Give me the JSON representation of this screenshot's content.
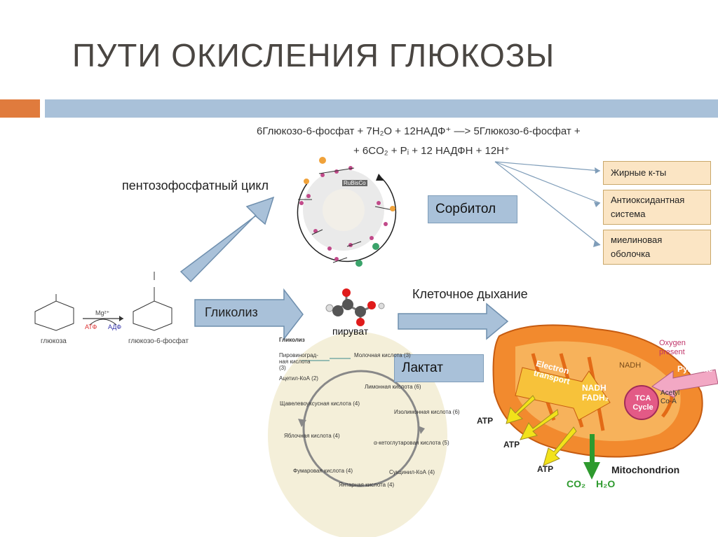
{
  "title": "ПУТИ ОКИСЛЕНИЯ ГЛЮКОЗЫ",
  "equation": {
    "line1": "6Глюкозо-6-фосфат + 7H₂O + 12НАДФ⁺ —> 5Глюкозо-6-фосфат +",
    "line2": "+ 6CO₂ + Pᵢ + 12 НАДФН + 12H⁺"
  },
  "labels": {
    "ppp": "пентозофосфатный цикл",
    "glycolysis": "Гликолиз",
    "respiration": "Клеточное дыхание",
    "pyruvate": "пируват",
    "glucose": "глюкоза",
    "g6p": "глюкозо-6-фосфат",
    "mg": "Mg²⁺",
    "atf": "АТФ",
    "adf": "АДФ",
    "rubisco": "RuBisCo"
  },
  "boxes": {
    "sorbitol": "Сорбитол",
    "lactate": "Лактат"
  },
  "effects": [
    "Жирные к-ты",
    "Антиоксидантная система",
    "миелиновая оболочка"
  ],
  "krebs": {
    "header": "Гликолиз",
    "items": [
      {
        "name": "Пировиноград-ная кислота",
        "num": "(3)"
      },
      {
        "name": "Молочная кислота",
        "num": "(3)"
      },
      {
        "name": "Ацетил-КоА",
        "num": "(2)"
      },
      {
        "name": "Лимонная кислота",
        "num": "(6)"
      },
      {
        "name": "Щавелевоуксусная кислота",
        "num": "(4)"
      },
      {
        "name": "Изолимонная кислота",
        "num": "(6)"
      },
      {
        "name": "Яблочная кислота",
        "num": "(4)"
      },
      {
        "name": "α-кетоглутаровая кислота",
        "num": "(5)"
      },
      {
        "name": "Фумаровая кислота",
        "num": "(4)"
      },
      {
        "name": "Сукцинил-КоА",
        "num": "(4)"
      },
      {
        "name": "Янтарная кислота",
        "num": "(4)"
      }
    ]
  },
  "mito": {
    "oxygen": "Oxygen present",
    "pyruvate": "Pyruvate",
    "nadh_top": "NADH",
    "electron": "Electron transport",
    "nadh_fadh": "NADH FADH₂",
    "tca": "TCA Cycle",
    "acetyl": "Acetyl Co-A",
    "atp": "ATP",
    "mitochondrion": "Mitochondrion",
    "co2": "CO₂",
    "h2o": "H₂O"
  },
  "colors": {
    "accent_orange": "#e07b3d",
    "accent_blue": "#a9c1d9",
    "effect_fill": "#fbe5c4",
    "mito_orange": "#f28a2e",
    "atp_arrow": "#f2e21a",
    "co2_arrow": "#2e9a2e"
  }
}
